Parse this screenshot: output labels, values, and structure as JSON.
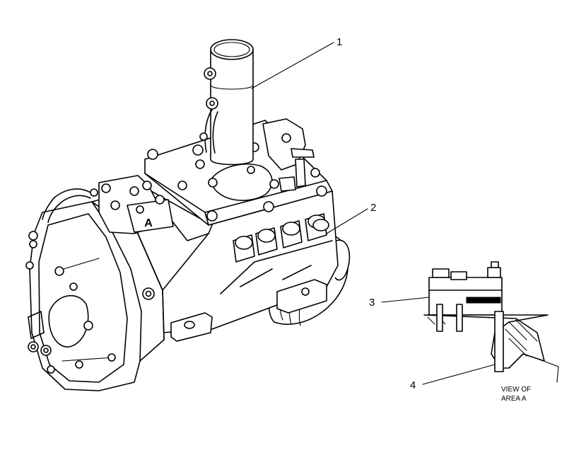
{
  "callouts": [
    {
      "number": "1"
    },
    {
      "number": "2"
    },
    {
      "number": "3"
    },
    {
      "number": "4"
    }
  ],
  "area_marker": "A",
  "view_caption": {
    "line1": "VIEW OF",
    "line2": "AREA  A"
  }
}
